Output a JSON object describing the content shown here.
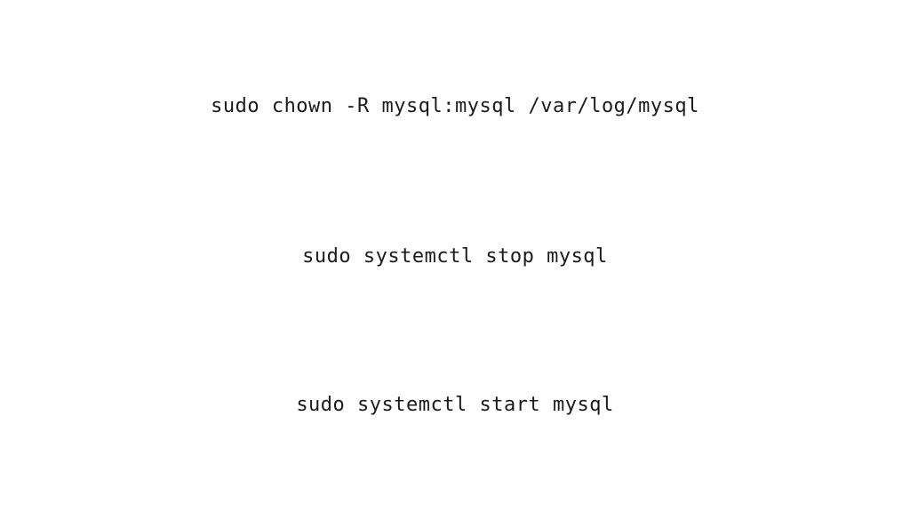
{
  "commands": [
    "sudo chown -R mysql:mysql /var/log/mysql",
    "sudo systemctl stop mysql",
    "sudo systemctl start mysql"
  ]
}
